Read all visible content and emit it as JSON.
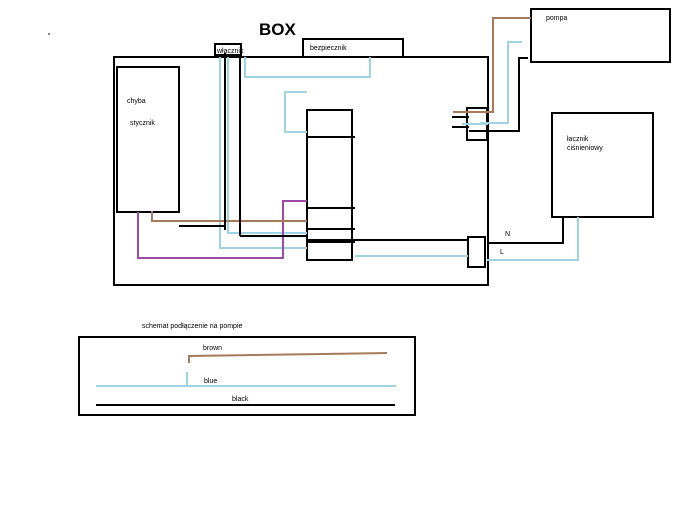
{
  "title": "BOX",
  "labels": {
    "wlacznik": "włacznik",
    "bezpiecznik": "bezpiecznik",
    "pompa": "pompa",
    "chyba": "chyba",
    "stycznik": "stycznik",
    "lacznik_line1": "łacznik",
    "lacznik_line2": "ciśnieniowy",
    "n": "N",
    "l": "L"
  },
  "legend": {
    "title": "schemat podłączenie na pompie",
    "brown": "brown",
    "blue": "blue",
    "black": "black"
  },
  "colors": {
    "black": "#000000",
    "blue": "#9fd3e3",
    "brown": "#a87a5c",
    "purple": "#a04aa8"
  }
}
